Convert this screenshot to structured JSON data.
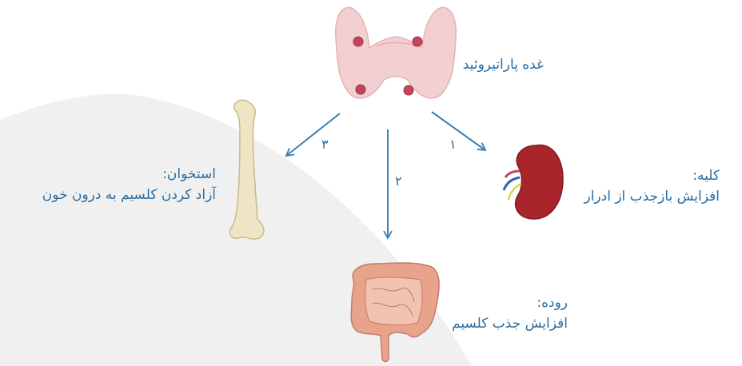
{
  "parathyroid": {
    "label": "غده پاراتیروئید"
  },
  "kidney": {
    "title": "کلیه:",
    "effect": "افزایش بازجذب از ادرار"
  },
  "bone": {
    "title": "استخوان:",
    "effect": "آزاد کردن کلسیم به درون خون"
  },
  "intestine": {
    "title": "روده:",
    "effect": "افزایش جذب کلسیم"
  },
  "arrows": [
    {
      "number": "۱",
      "target": "kidney"
    },
    {
      "number": "۲",
      "target": "intestine"
    },
    {
      "number": "۳",
      "target": "bone"
    }
  ],
  "colors": {
    "text": "#2a6ea2",
    "arrow": "#3d7fb0",
    "thyroid": "#f2cfd0",
    "parathyroid_nodule": "#c2455a",
    "kidney": "#a8252c",
    "bone": "#eee5c4",
    "intestine": "#e8a48a",
    "background_shape": "#f0f0f0"
  }
}
